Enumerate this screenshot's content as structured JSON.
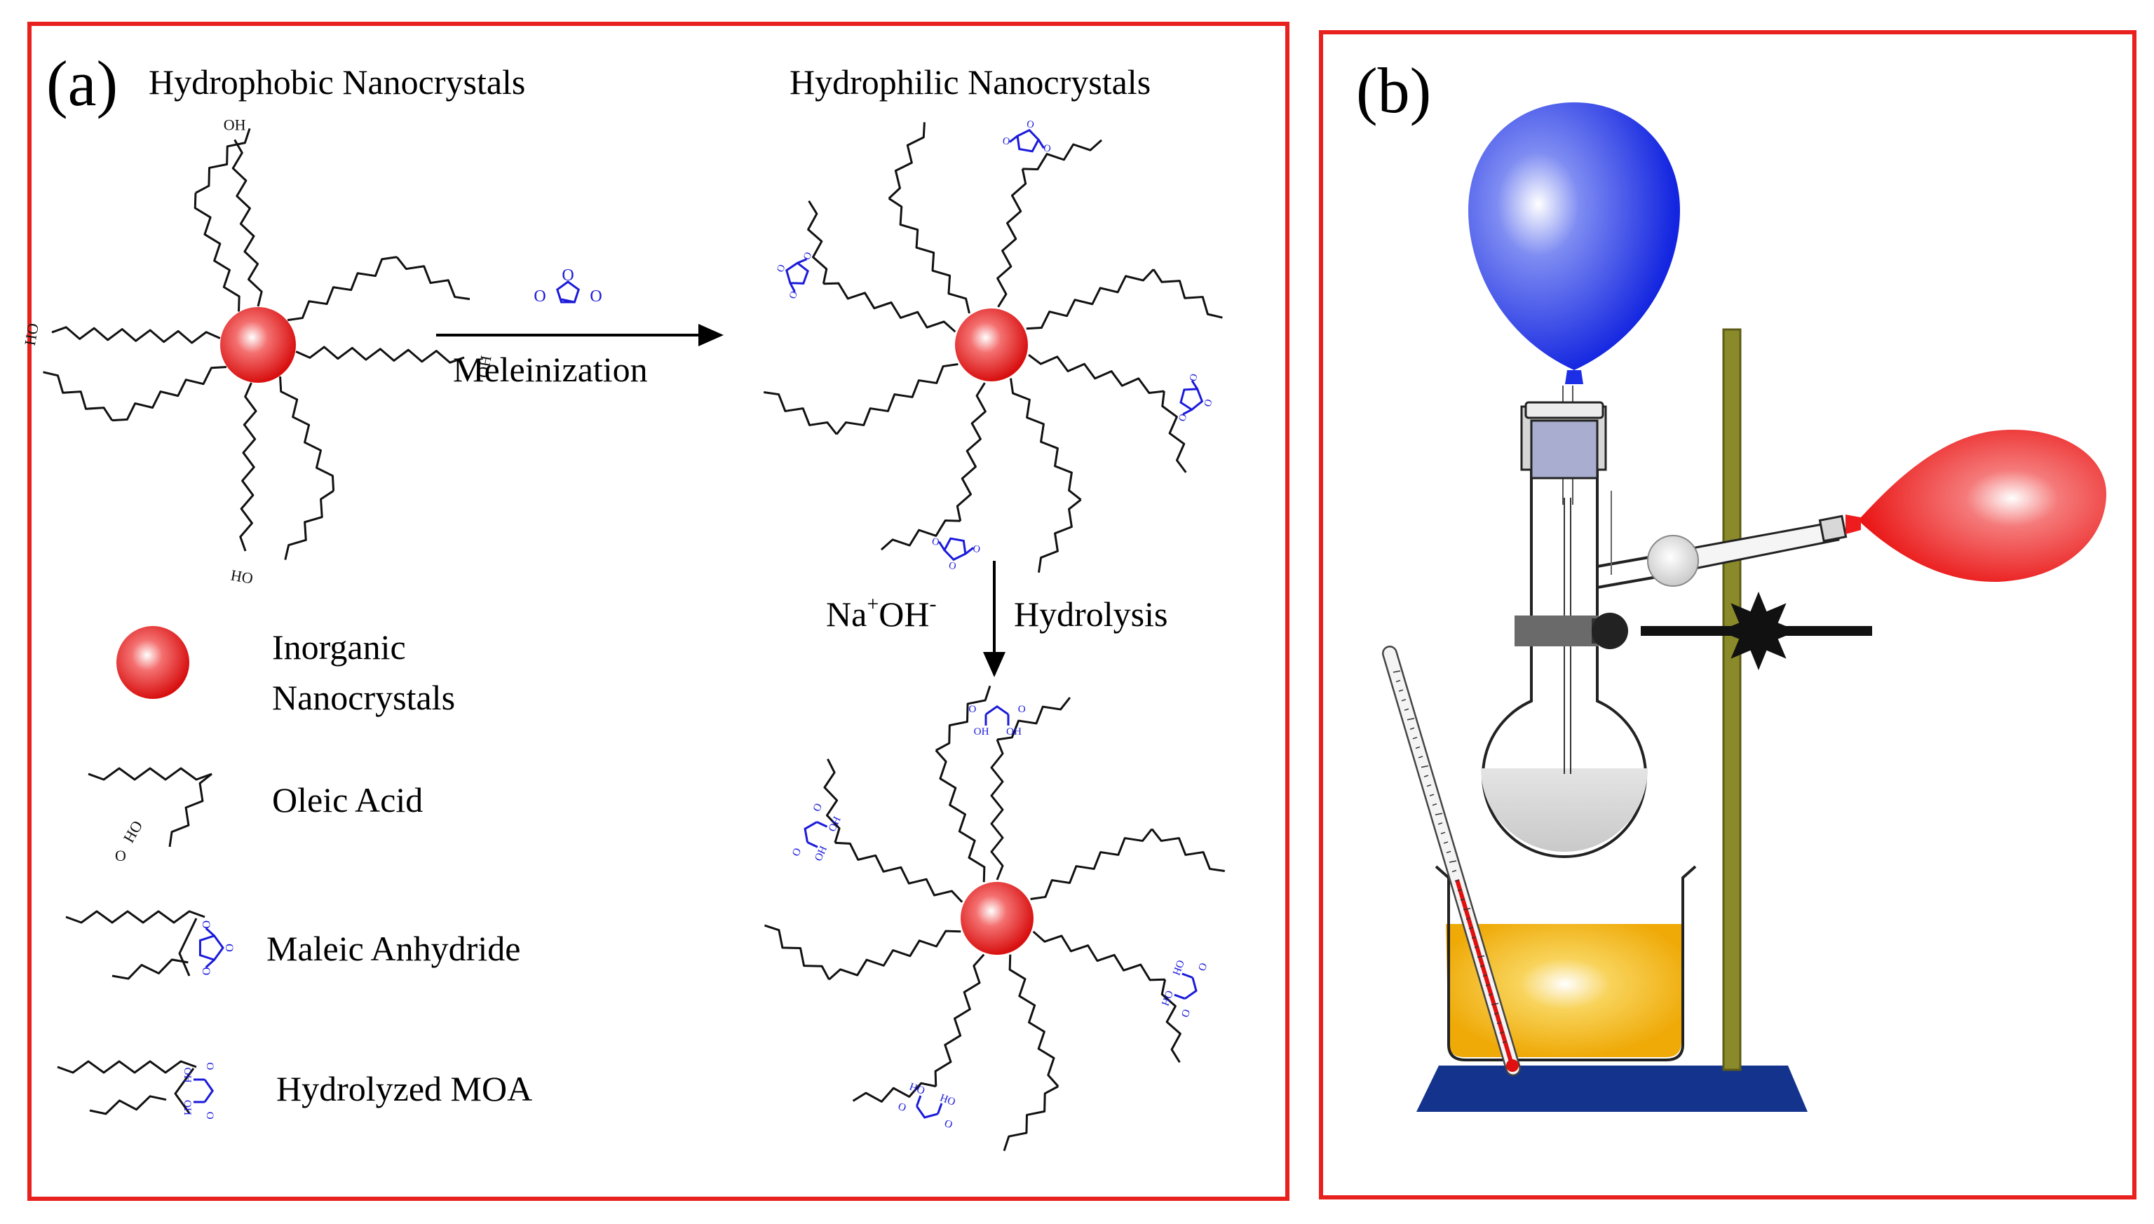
{
  "panel_a": {
    "label": "(a)",
    "hydrophobic_title": "Hydrophobic Nanocrystals",
    "hydrophilic_title": "Hydrophilic Nanocrystals",
    "reaction_label": "Meleinization",
    "base_na": "Na",
    "base_plus": "+",
    "base_oh": "OH",
    "base_minus": "-",
    "hydrolysis_label": "Hydrolysis",
    "chem": {
      "oh": "OH",
      "ho": "HO",
      "o": "O"
    },
    "legend": {
      "inorganic_line1": "Inorganic",
      "inorganic_line2": "Nanocrystals",
      "oleic": "Oleic Acid",
      "maleic": "Maleic Anhydride",
      "hydrolyzed": "Hydrolyzed MOA"
    }
  },
  "panel_b": {
    "label": "(b)"
  },
  "colors": {
    "frame": "#e8201e",
    "nanocrystal": "#e01818",
    "chem_blue": "#1a1adb",
    "balloon_blue": "#1c2fe6",
    "balloon_red": "#ee1c1c",
    "oil": "#f2b50c",
    "base": "#14338c",
    "rod": "#8b8a2a",
    "clamp": "#111111"
  }
}
